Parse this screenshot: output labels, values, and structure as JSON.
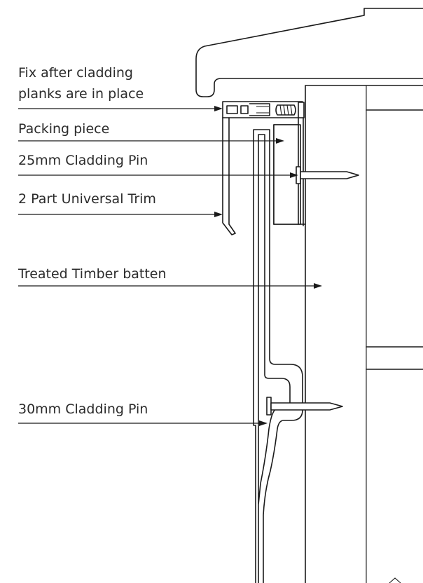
{
  "labels": {
    "fix_line1": "Fix after cladding",
    "fix_line2": "planks are in place",
    "packing": "Packing piece",
    "pin25": "25mm Cladding Pin",
    "trim": "2 Part Universal Trim",
    "batten": "Treated Timber batten",
    "pin30": "30mm Cladding Pin"
  },
  "colors": {
    "line": "#1a1a1a",
    "text": "#2b2b2b",
    "background": "#ffffff"
  }
}
